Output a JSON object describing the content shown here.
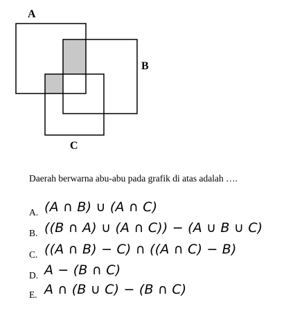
{
  "diagram": {
    "set_labels": [
      "A",
      "B",
      "C"
    ],
    "shade_color": "#c8c8c8"
  },
  "question": "Daerah berwarna abu-abu pada grafik di atas adalah ….",
  "options": [
    {
      "letter": "A.",
      "expr": "(A ∩ B) ∪ (A ∩ C)"
    },
    {
      "letter": "B.",
      "expr": "((B ∩ A) ∪ (A ∩ C)) − (A ∪ B ∪ C)"
    },
    {
      "letter": "C.",
      "expr": "((A ∩ B) − C) ∩ ((A ∩ C) − B)"
    },
    {
      "letter": "D.",
      "expr": "A − (B ∩ C)"
    },
    {
      "letter": "E.",
      "expr": "A ∩ (B ∪ C) − (B ∩ C)"
    }
  ]
}
